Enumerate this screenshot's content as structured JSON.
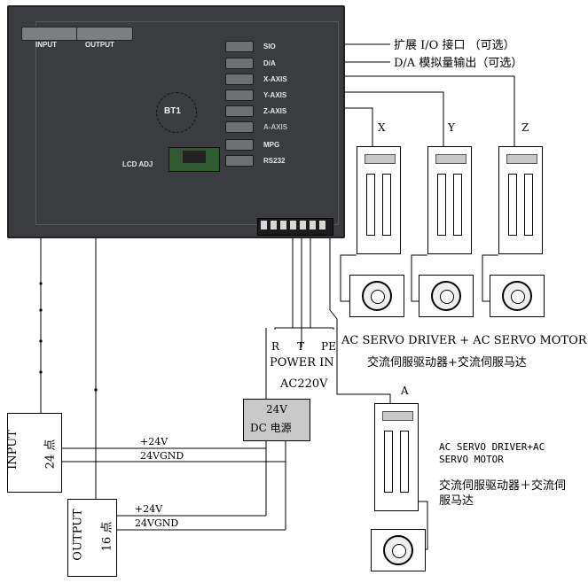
{
  "panel": {
    "input_label": "INPUT",
    "output_label": "OUTPUT",
    "ports": [
      "SIO",
      "D/A",
      "X-AXIS",
      "Y-AXIS",
      "Z-AXIS",
      "A-AXIS",
      "MPG",
      "RS232"
    ],
    "battery_label": "BT1",
    "lcd_label": "LCD ADJ"
  },
  "annotations": {
    "sio_note": "扩展 I/O 接口  （可选）",
    "da_note": "D/A 模拟量输出（可选）"
  },
  "axes": {
    "x": "X",
    "y": "Y",
    "z": "Z",
    "a": "A"
  },
  "power": {
    "r": "R",
    "t": "T",
    "pe": "PE",
    "label": "POWER IN",
    "voltage": "AC220V"
  },
  "servo_top": {
    "en": "AC SERVO DRIVER + AC SERVO MOTOR",
    "zh": "交流伺服驱动器+交流伺服马达"
  },
  "servo_a": {
    "en_line1": "AC SERVO DRIVER+AC",
    "en_line2": "SERVO MOTOR",
    "zh_line1": "交流伺服驱动器＋交流伺",
    "zh_line2": "服马达"
  },
  "dc_supply": {
    "line1": "24V",
    "line2": "DC 电源"
  },
  "input_box": {
    "line1": "INPUT",
    "line2": "24 点"
  },
  "output_box": {
    "line1": "OUTPUT",
    "line2": "16 点"
  },
  "wiring": {
    "plus24_a": "+24V",
    "gnd_a": "24VGND",
    "plus24_b": "+24V",
    "gnd_b": "24VGND"
  }
}
